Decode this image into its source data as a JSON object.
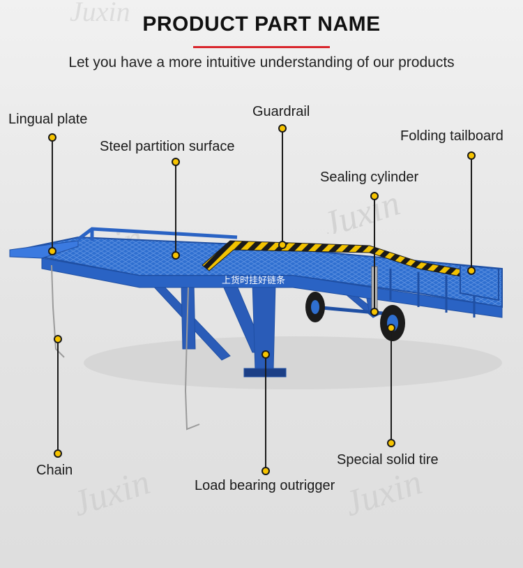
{
  "header": {
    "title": "PRODUCT PART NAME",
    "subtitle": "Let you have a more intuitive understanding of our products"
  },
  "parts": {
    "lingual_plate": "Lingual plate",
    "steel_partition_surface": "Steel partition surface",
    "guardrail": "Guardrail",
    "folding_tailboard": "Folding tailboard",
    "sealing_cylinder": "Sealing cylinder",
    "chain": "Chain",
    "load_bearing_outrigger": "Load bearing outrigger",
    "special_solid_tire": "Special solid tire"
  },
  "product_text": "上货时挂好链条",
  "watermark": "Juxin",
  "colors": {
    "ramp_blue": "#2f6fd0",
    "ramp_dark": "#1f4fa3",
    "callout_dot": "#f7c400",
    "callout_line": "#1a1a1a",
    "accent_red": "#d9262c",
    "hazard_yellow": "#f2c200"
  }
}
